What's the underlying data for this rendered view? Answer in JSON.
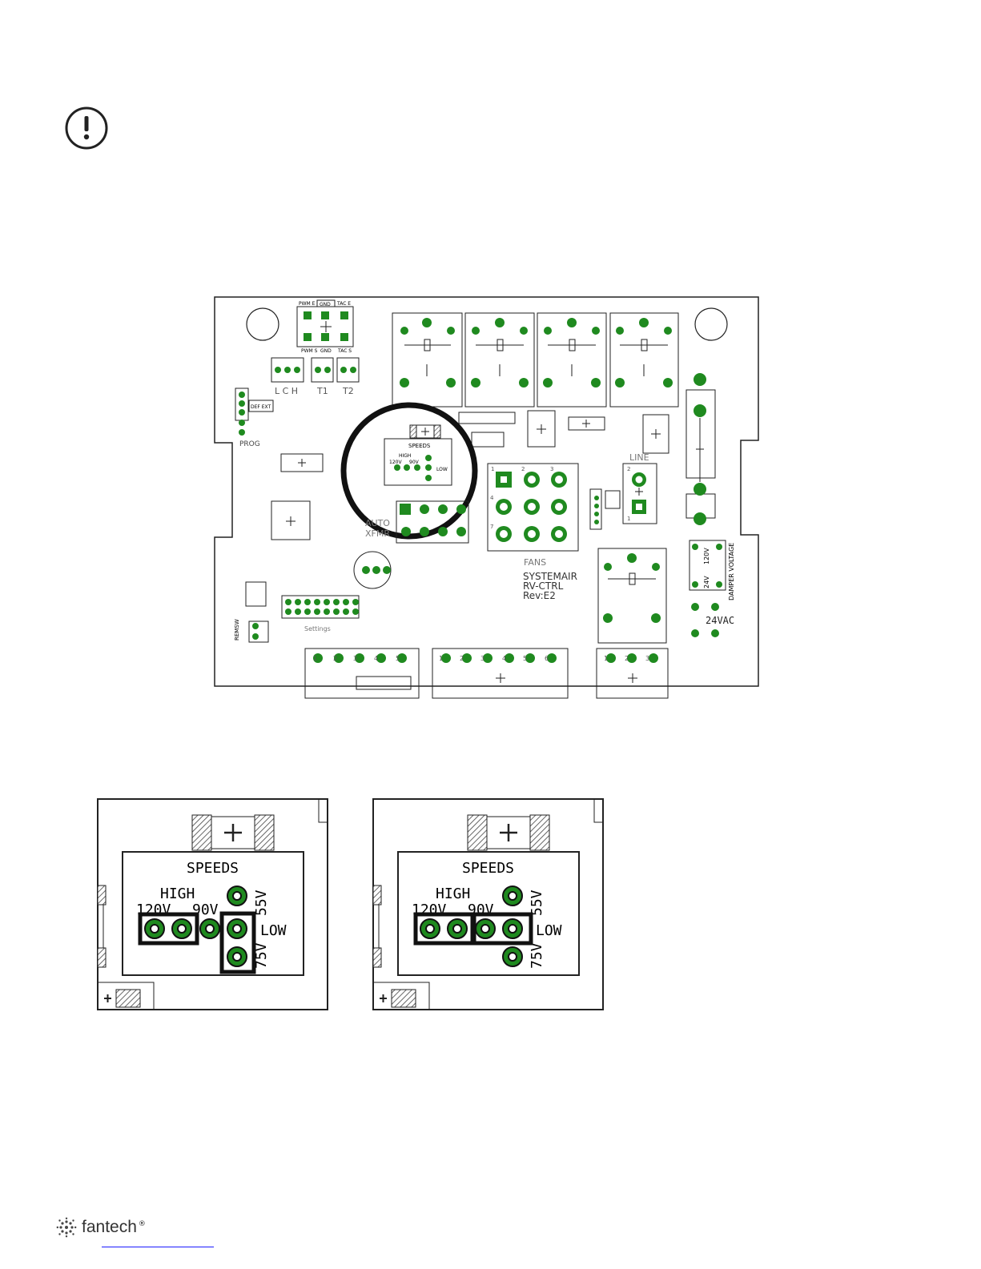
{
  "warning_icon": "exclamation-circle-icon",
  "board": {
    "connector_top": {
      "left": "PWM E",
      "mid": "GND",
      "right": "TAC E",
      "bottom_left": "PWM S",
      "bottom_mid": "GND",
      "bottom_right": "TAC S"
    },
    "lch_label": "L C H",
    "t1_label": "T1",
    "t2_label": "T2",
    "def_ext_label": "DEF EXT",
    "prog_label": "PROG",
    "speeds_title": "SPEEDS",
    "speeds_high": "HIGH",
    "speeds_120v": "120V",
    "speeds_90v": "90V",
    "speeds_55v": "55V",
    "speeds_low": "LOW",
    "speeds_75v": "75V",
    "auto_label": "AUTO",
    "xfmr_label": "XFMR",
    "fans_label": "FANS",
    "fans_pins": [
      "1",
      "2",
      "3",
      "4",
      "7"
    ],
    "line_label": "LINE",
    "line_pins": [
      "2",
      "1"
    ],
    "model_lines": [
      "SYSTEMAIR",
      "RV-CTRL",
      "Rev:E2"
    ],
    "settings_label": "Settings",
    "remsw_label": "REMSW",
    "damper_label": "DAMPER VOLTAGE",
    "damper_24v": "24V",
    "damper_120v": "120V",
    "vac_label": "24VAC",
    "conn_a_pins": [
      "1",
      "2",
      "3",
      "4",
      "5"
    ],
    "conn_b_pins": [
      "1",
      "2",
      "3",
      "4",
      "5",
      "6"
    ],
    "conn_c_pins": [
      "1",
      "2",
      "3"
    ]
  },
  "detail_left": {
    "title": "SPEEDS",
    "high": "HIGH",
    "v120": "120V",
    "v90": "90V",
    "v55": "55V",
    "low": "LOW",
    "v75": "75V"
  },
  "detail_right": {
    "title": "SPEEDS",
    "high": "HIGH",
    "v120": "120V",
    "v90": "90V",
    "v55": "55V",
    "low": "LOW",
    "v75": "75V"
  },
  "footer": {
    "brand": "fantech",
    "brand_mark": "®",
    "logo_icon": "fantech-logo-icon"
  }
}
